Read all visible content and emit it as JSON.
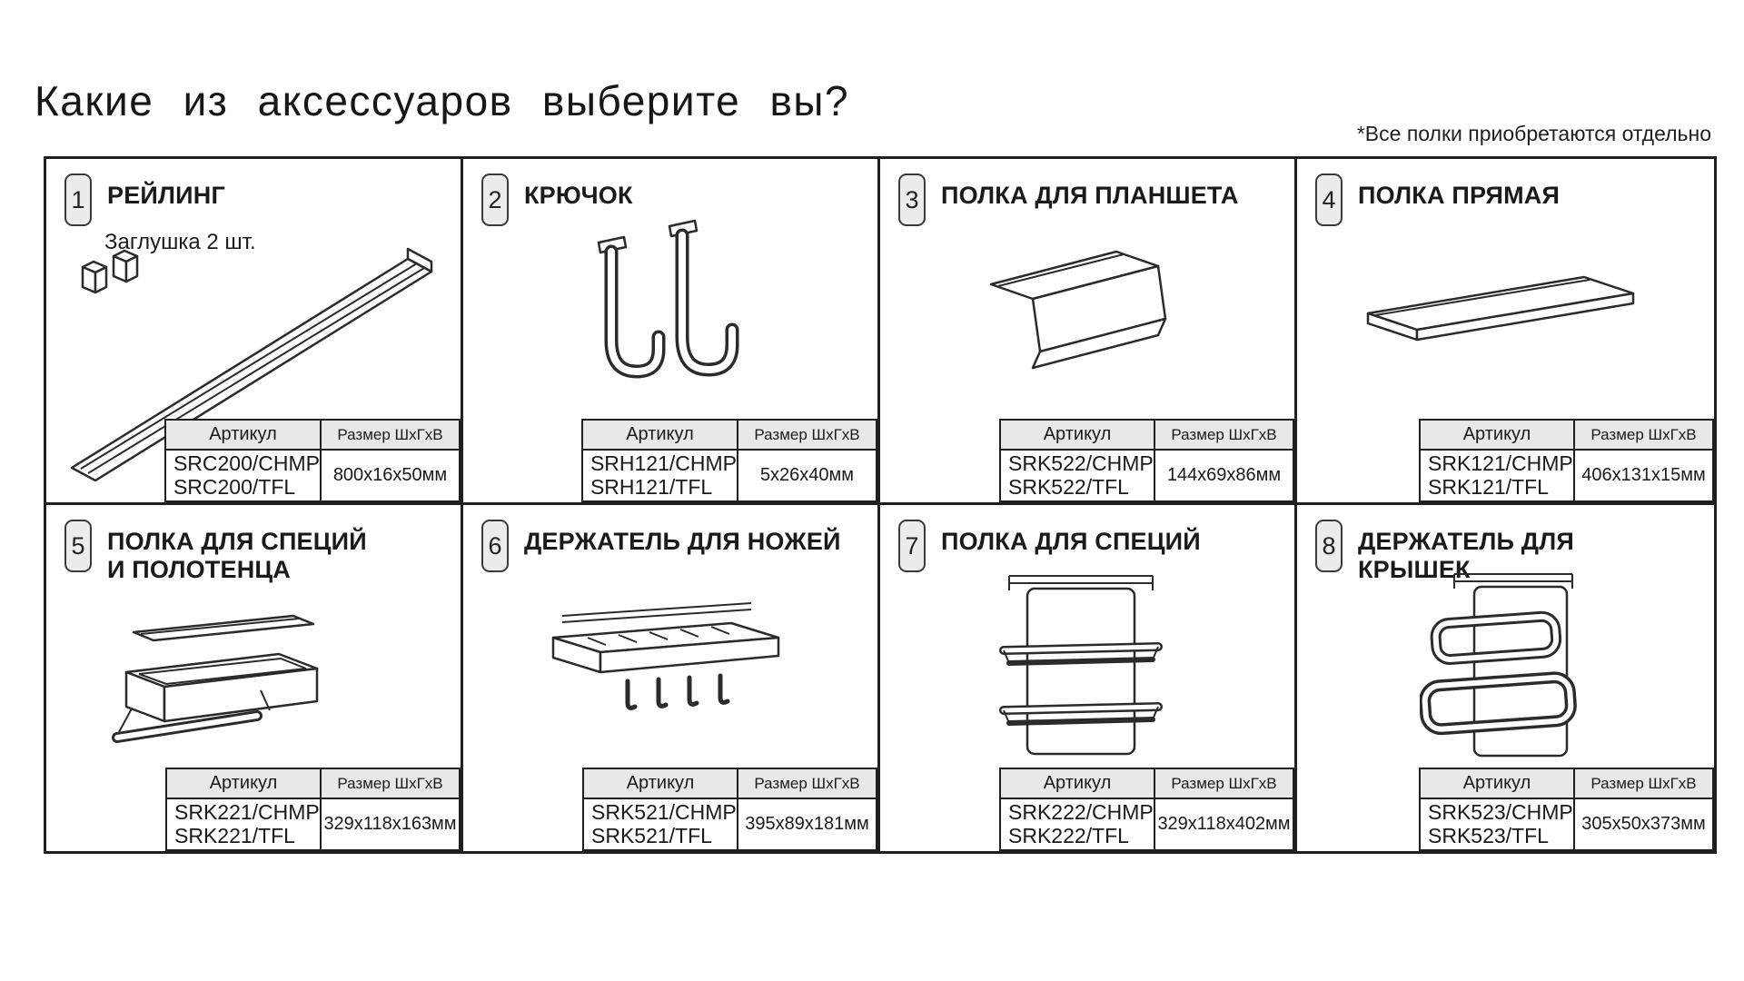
{
  "page": {
    "title": "Какие  из  аксессуаров  выберите  вы?",
    "note": "*Все полки приобретаются отдельно"
  },
  "table_headers": {
    "article": "Артикул",
    "size": "Размер ШхГхВ"
  },
  "colors": {
    "line": "#1f1f1f",
    "table_header_bg": "#e8e8e8",
    "badge_bg": "#ececec",
    "background": "#ffffff"
  },
  "cells": [
    {
      "number": "1",
      "title": "РЕЙЛИНГ",
      "subtitle": "Заглушка 2 шт.",
      "article1": "SRC200/CHMP",
      "article2": "SRC200/TFL",
      "size": "800х16х50мм"
    },
    {
      "number": "2",
      "title": "КРЮЧОК",
      "article1": "SRH121/CHMP",
      "article2": "SRH121/TFL",
      "size": "5х26х40мм"
    },
    {
      "number": "3",
      "title": "ПОЛКА ДЛЯ ПЛАНШЕТА",
      "article1": "SRK522/CHMP",
      "article2": "SRK522/TFL",
      "size": "144х69х86мм"
    },
    {
      "number": "4",
      "title": "ПОЛКА ПРЯМАЯ",
      "article1": "SRK121/CHMP",
      "article2": "SRK121/TFL",
      "size": "406х131х15мм"
    },
    {
      "number": "5",
      "title": "ПОЛКА ДЛЯ СПЕЦИЙ\nИ ПОЛОТЕНЦА",
      "article1": "SRK221/CHMP",
      "article2": "SRK221/TFL",
      "size": "329х118х163мм"
    },
    {
      "number": "6",
      "title": "ДЕРЖАТЕЛЬ ДЛЯ НОЖЕЙ",
      "article1": "SRK521/CHMP",
      "article2": "SRK521/TFL",
      "size": "395х89х181мм"
    },
    {
      "number": "7",
      "title": "ПОЛКА ДЛЯ СПЕЦИЙ",
      "article1": "SRK222/CHMP",
      "article2": "SRK222/TFL",
      "size": "329х118х402мм"
    },
    {
      "number": "8",
      "title": "ДЕРЖАТЕЛЬ ДЛЯ КРЫШЕК",
      "article1": "SRK523/CHMP",
      "article2": "SRK523/TFL",
      "size": "305х50х373мм"
    }
  ]
}
